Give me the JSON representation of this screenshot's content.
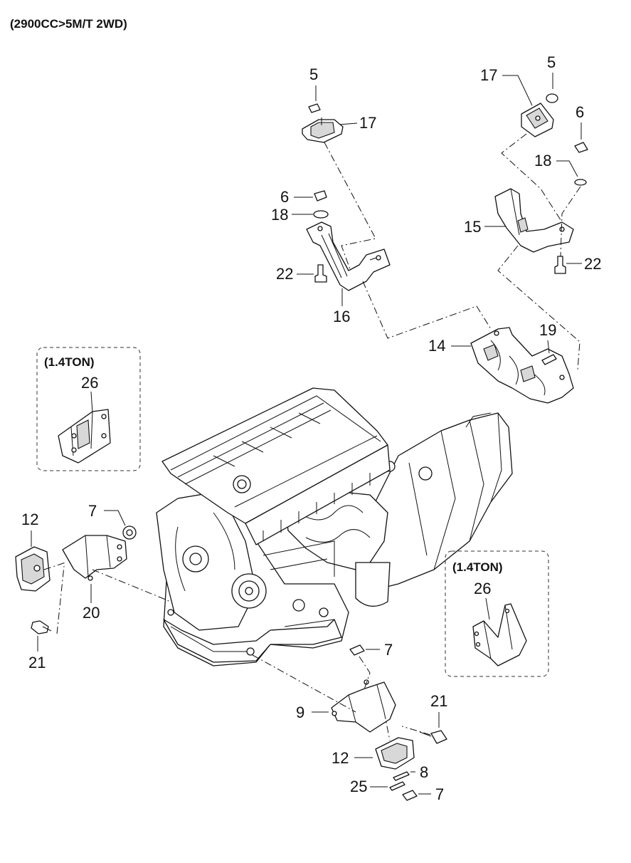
{
  "title": "(2900CC>5M/T 2WD)",
  "variant_boxes": [
    {
      "label": "(1.4TON)",
      "part": "26"
    },
    {
      "label": "(1.4TON)",
      "part": "26"
    }
  ],
  "callouts": {
    "c5a": "5",
    "c17a": "17",
    "c6a": "6",
    "c18a": "18",
    "c22a": "22",
    "c16": "16",
    "c17b": "17",
    "c5b": "5",
    "c6b": "6",
    "c18b": "18",
    "c15": "15",
    "c22b": "22",
    "c14": "14",
    "c19": "19",
    "c7a": "7",
    "c12a": "12",
    "c20": "20",
    "c21a": "21",
    "c7b": "7",
    "c9": "9",
    "c21b": "21",
    "c12b": "12",
    "c8": "8",
    "c25": "25",
    "c7c": "7"
  }
}
